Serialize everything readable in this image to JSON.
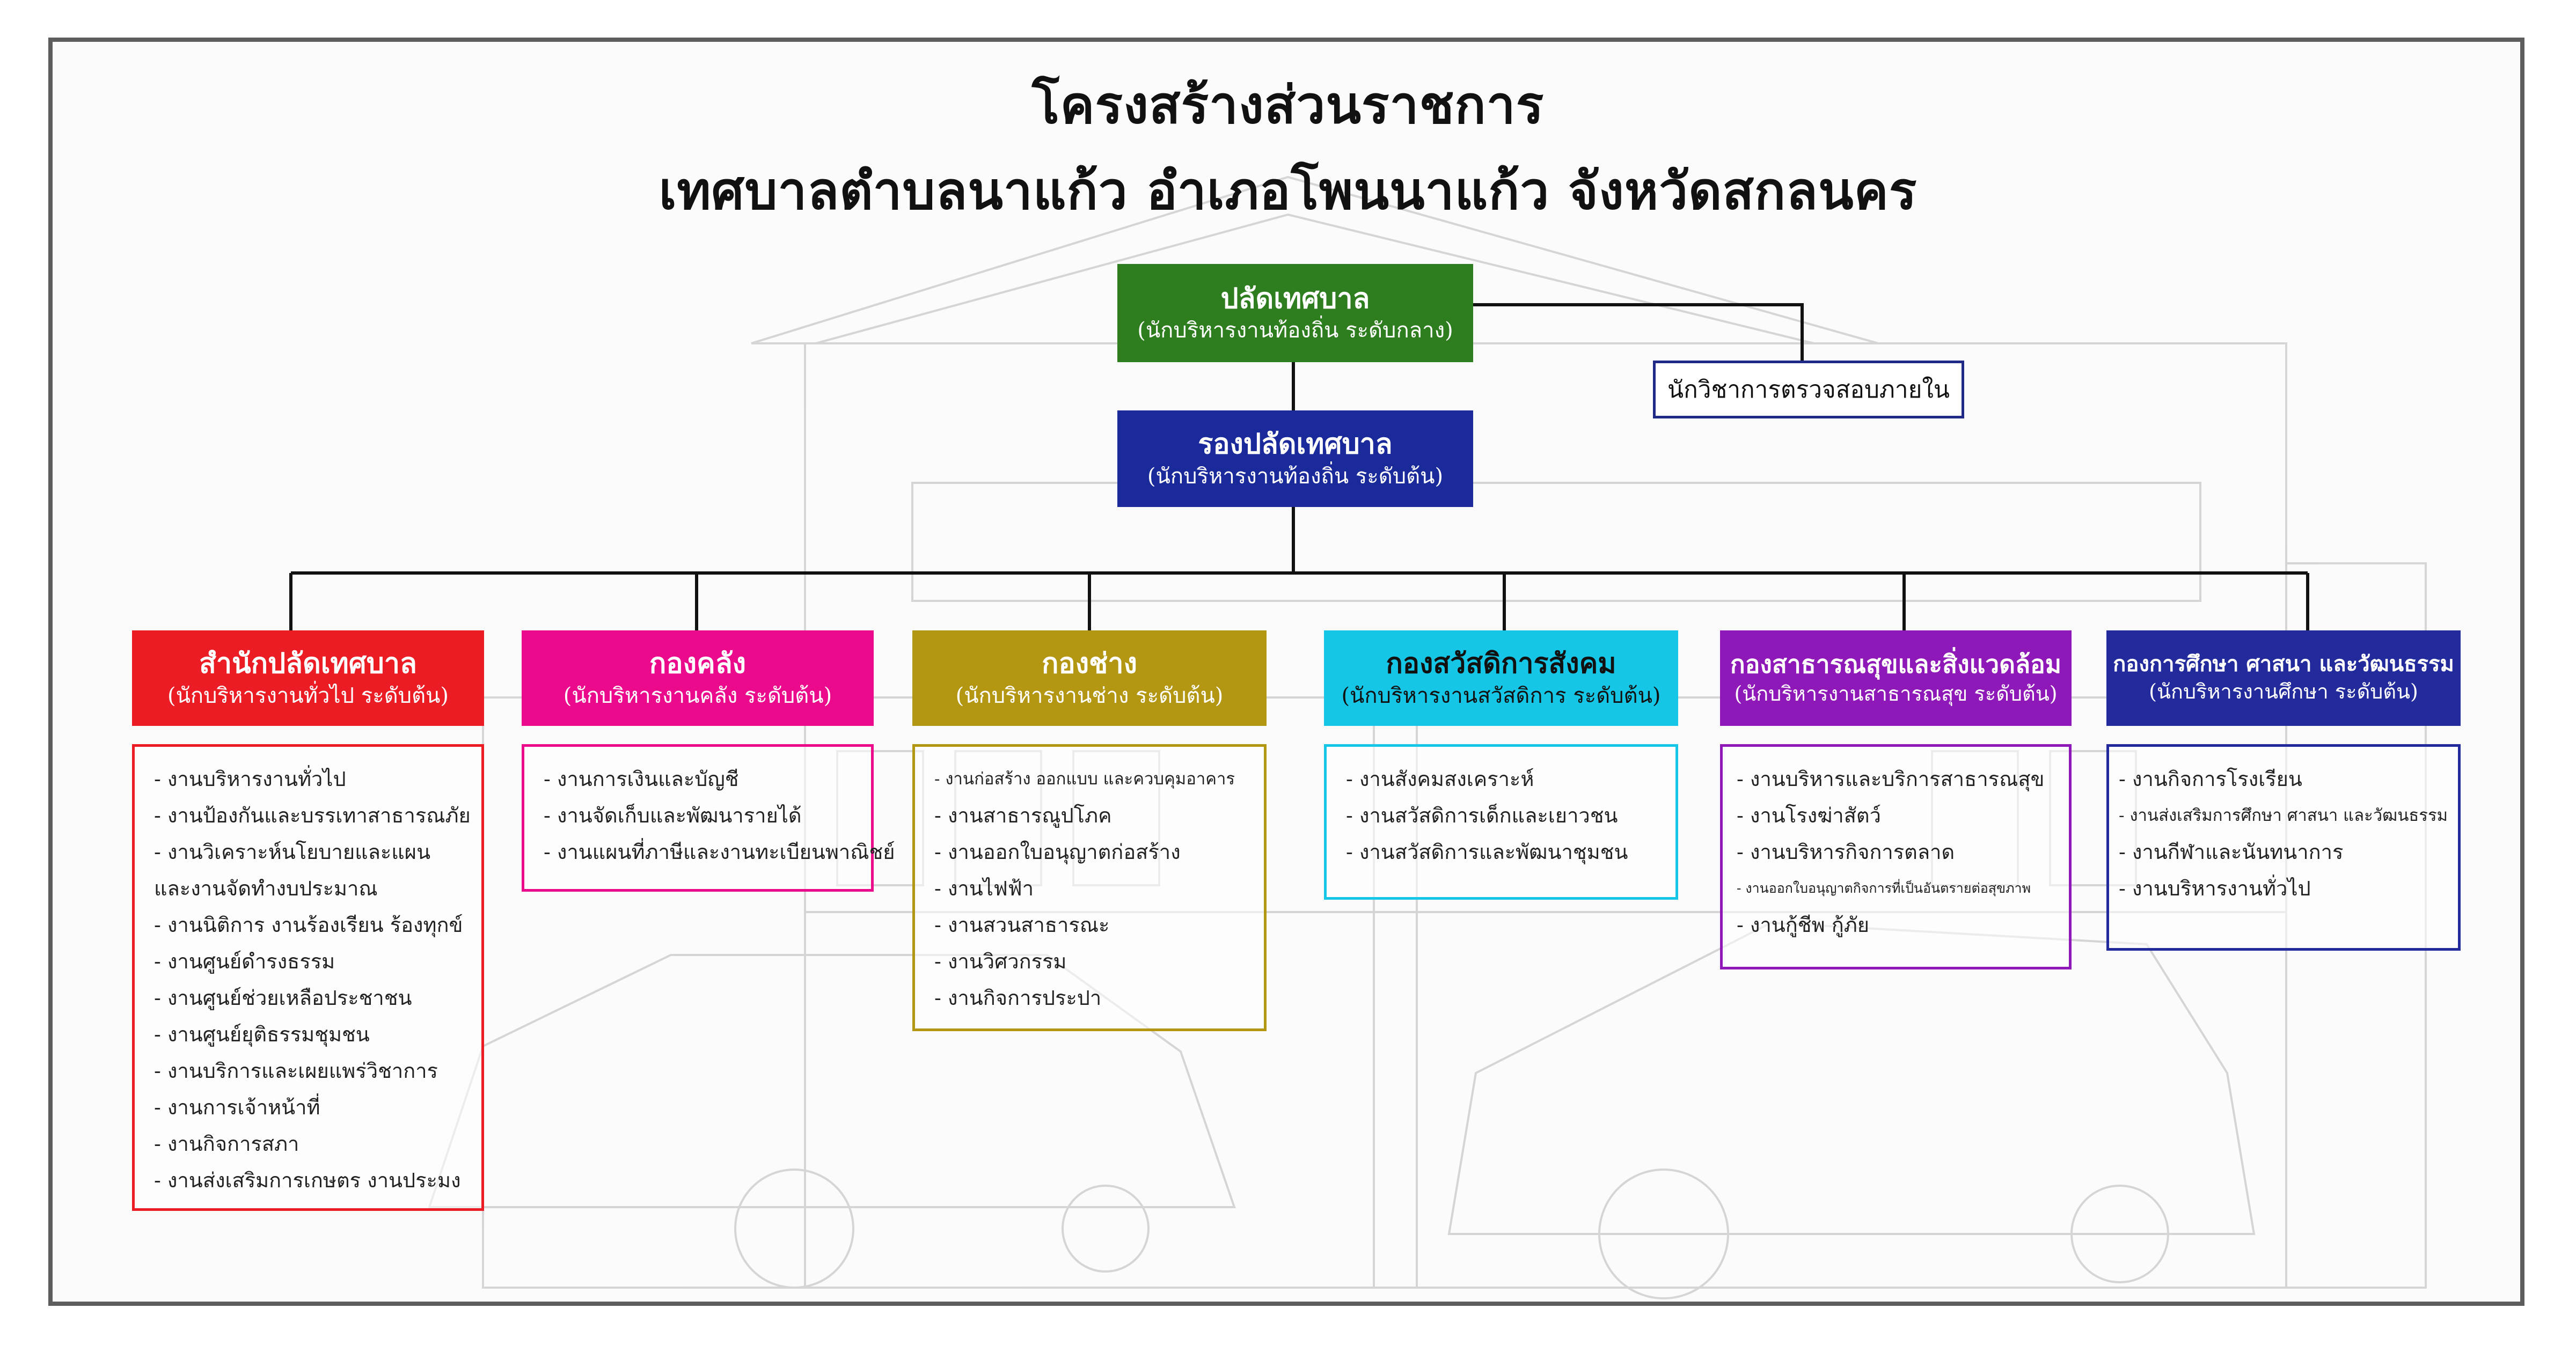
{
  "title": {
    "line1": "โครงสร้างส่วนราชการ",
    "line2": "เทศบาลตำบลนาแก้ว  อำเภอโพนนาแก้ว  จังหวัดสกลนคร"
  },
  "chief": {
    "title": "ปลัดเทศบาล",
    "subtitle": "(นักบริหารงานท้องถิ่น ระดับกลาง)",
    "color": "#2e7d1f"
  },
  "deputy": {
    "title": "รองปลัดเทศบาล",
    "subtitle": "(นักบริหารงานท้องถิ่น ระดับต้น)",
    "color": "#1b2a9b"
  },
  "auditor": {
    "label": "นักวิชาการตรวจสอบภายใน",
    "border_color": "#1f2a86"
  },
  "divisions": [
    {
      "title": "สำนักปลัดเทศบาล",
      "subtitle": "(นักบริหารงานทั่วไป ระดับต้น)",
      "color": "#ec1c24",
      "items": [
        "- งานบริหารงานทั่วไป",
        "- งานป้องกันและบรรเทาสาธารณภัย",
        "- งานวิเคราะห์นโยบายและแผน",
        "  และงานจัดทำงบประมาณ",
        "- งานนิติการ งานร้องเรียน ร้องทุกข์",
        "- งานศูนย์ดำรงธรรม",
        "- งานศูนย์ช่วยเหลือประชาชน",
        "- งานศูนย์ยุติธรรมชุมชน",
        "- งานบริการและเผยแพร่วิชาการ",
        "- งานการเจ้าหน้าที่",
        "- งานกิจการสภา",
        "- งานส่งเสริมการเกษตร งานประมง"
      ]
    },
    {
      "title": "กองคลัง",
      "subtitle": "(นักบริหารงานคลัง ระดับต้น)",
      "color": "#ec0a8c",
      "items": [
        "- งานการเงินและบัญชี",
        "- งานจัดเก็บและพัฒนารายได้",
        "- งานแผนที่ภาษีและงานทะเบียนพาณิชย์"
      ]
    },
    {
      "title": "กองช่าง",
      "subtitle": "(นักบริหารงานช่าง ระดับต้น)",
      "color": "#b39712",
      "items": [
        "- งานก่อสร้าง ออกแบบ และควบคุมอาคาร",
        "- งานสาธารณูปโภค",
        "- งานออกใบอนุญาตก่อสร้าง",
        "- งานไฟฟ้า",
        "- งานสวนสาธารณะ",
        "- งานวิศวกรรม",
        "- งานกิจการประปา"
      ]
    },
    {
      "title": "กองสวัสดิการสังคม",
      "subtitle": "(นักบริหารงานสวัสดิการ ระดับต้น)",
      "color": "#16c6e6",
      "items": [
        "- งานสังคมสงเคราะห์",
        "- งานสวัสดิการเด็กและเยาวชน",
        "- งานสวัสดิการและพัฒนาชุมชน"
      ]
    },
    {
      "title": "กองสาธารณสุขและสิ่งแวดล้อม",
      "subtitle": "(นักบริหารงานสาธารณสุข ระดับต้น)",
      "color": "#8f18b8",
      "items": [
        "- งานบริหารและบริการสาธารณสุข",
        "- งานโรงฆ่าสัตว์",
        "- งานบริหารกิจการตลาด",
        "- งานออกใบอนุญาตกิจการที่เป็นอันตรายต่อสุขภาพ",
        "- งานกู้ชีพ กู้ภัย"
      ]
    },
    {
      "title": "กองการศึกษา ศาสนา และวัฒนธรรม",
      "subtitle": "(นักบริหารงานศึกษา ระดับต้น)",
      "color": "#232a9b",
      "items": [
        "- งานกิจการโรงเรียน",
        "- งานส่งเสริมการศึกษา ศาสนา และวัฒนธรรม",
        "- งานกีฬาและนันทนาการ",
        "- งานบริหารงานทั่วไป"
      ]
    }
  ]
}
